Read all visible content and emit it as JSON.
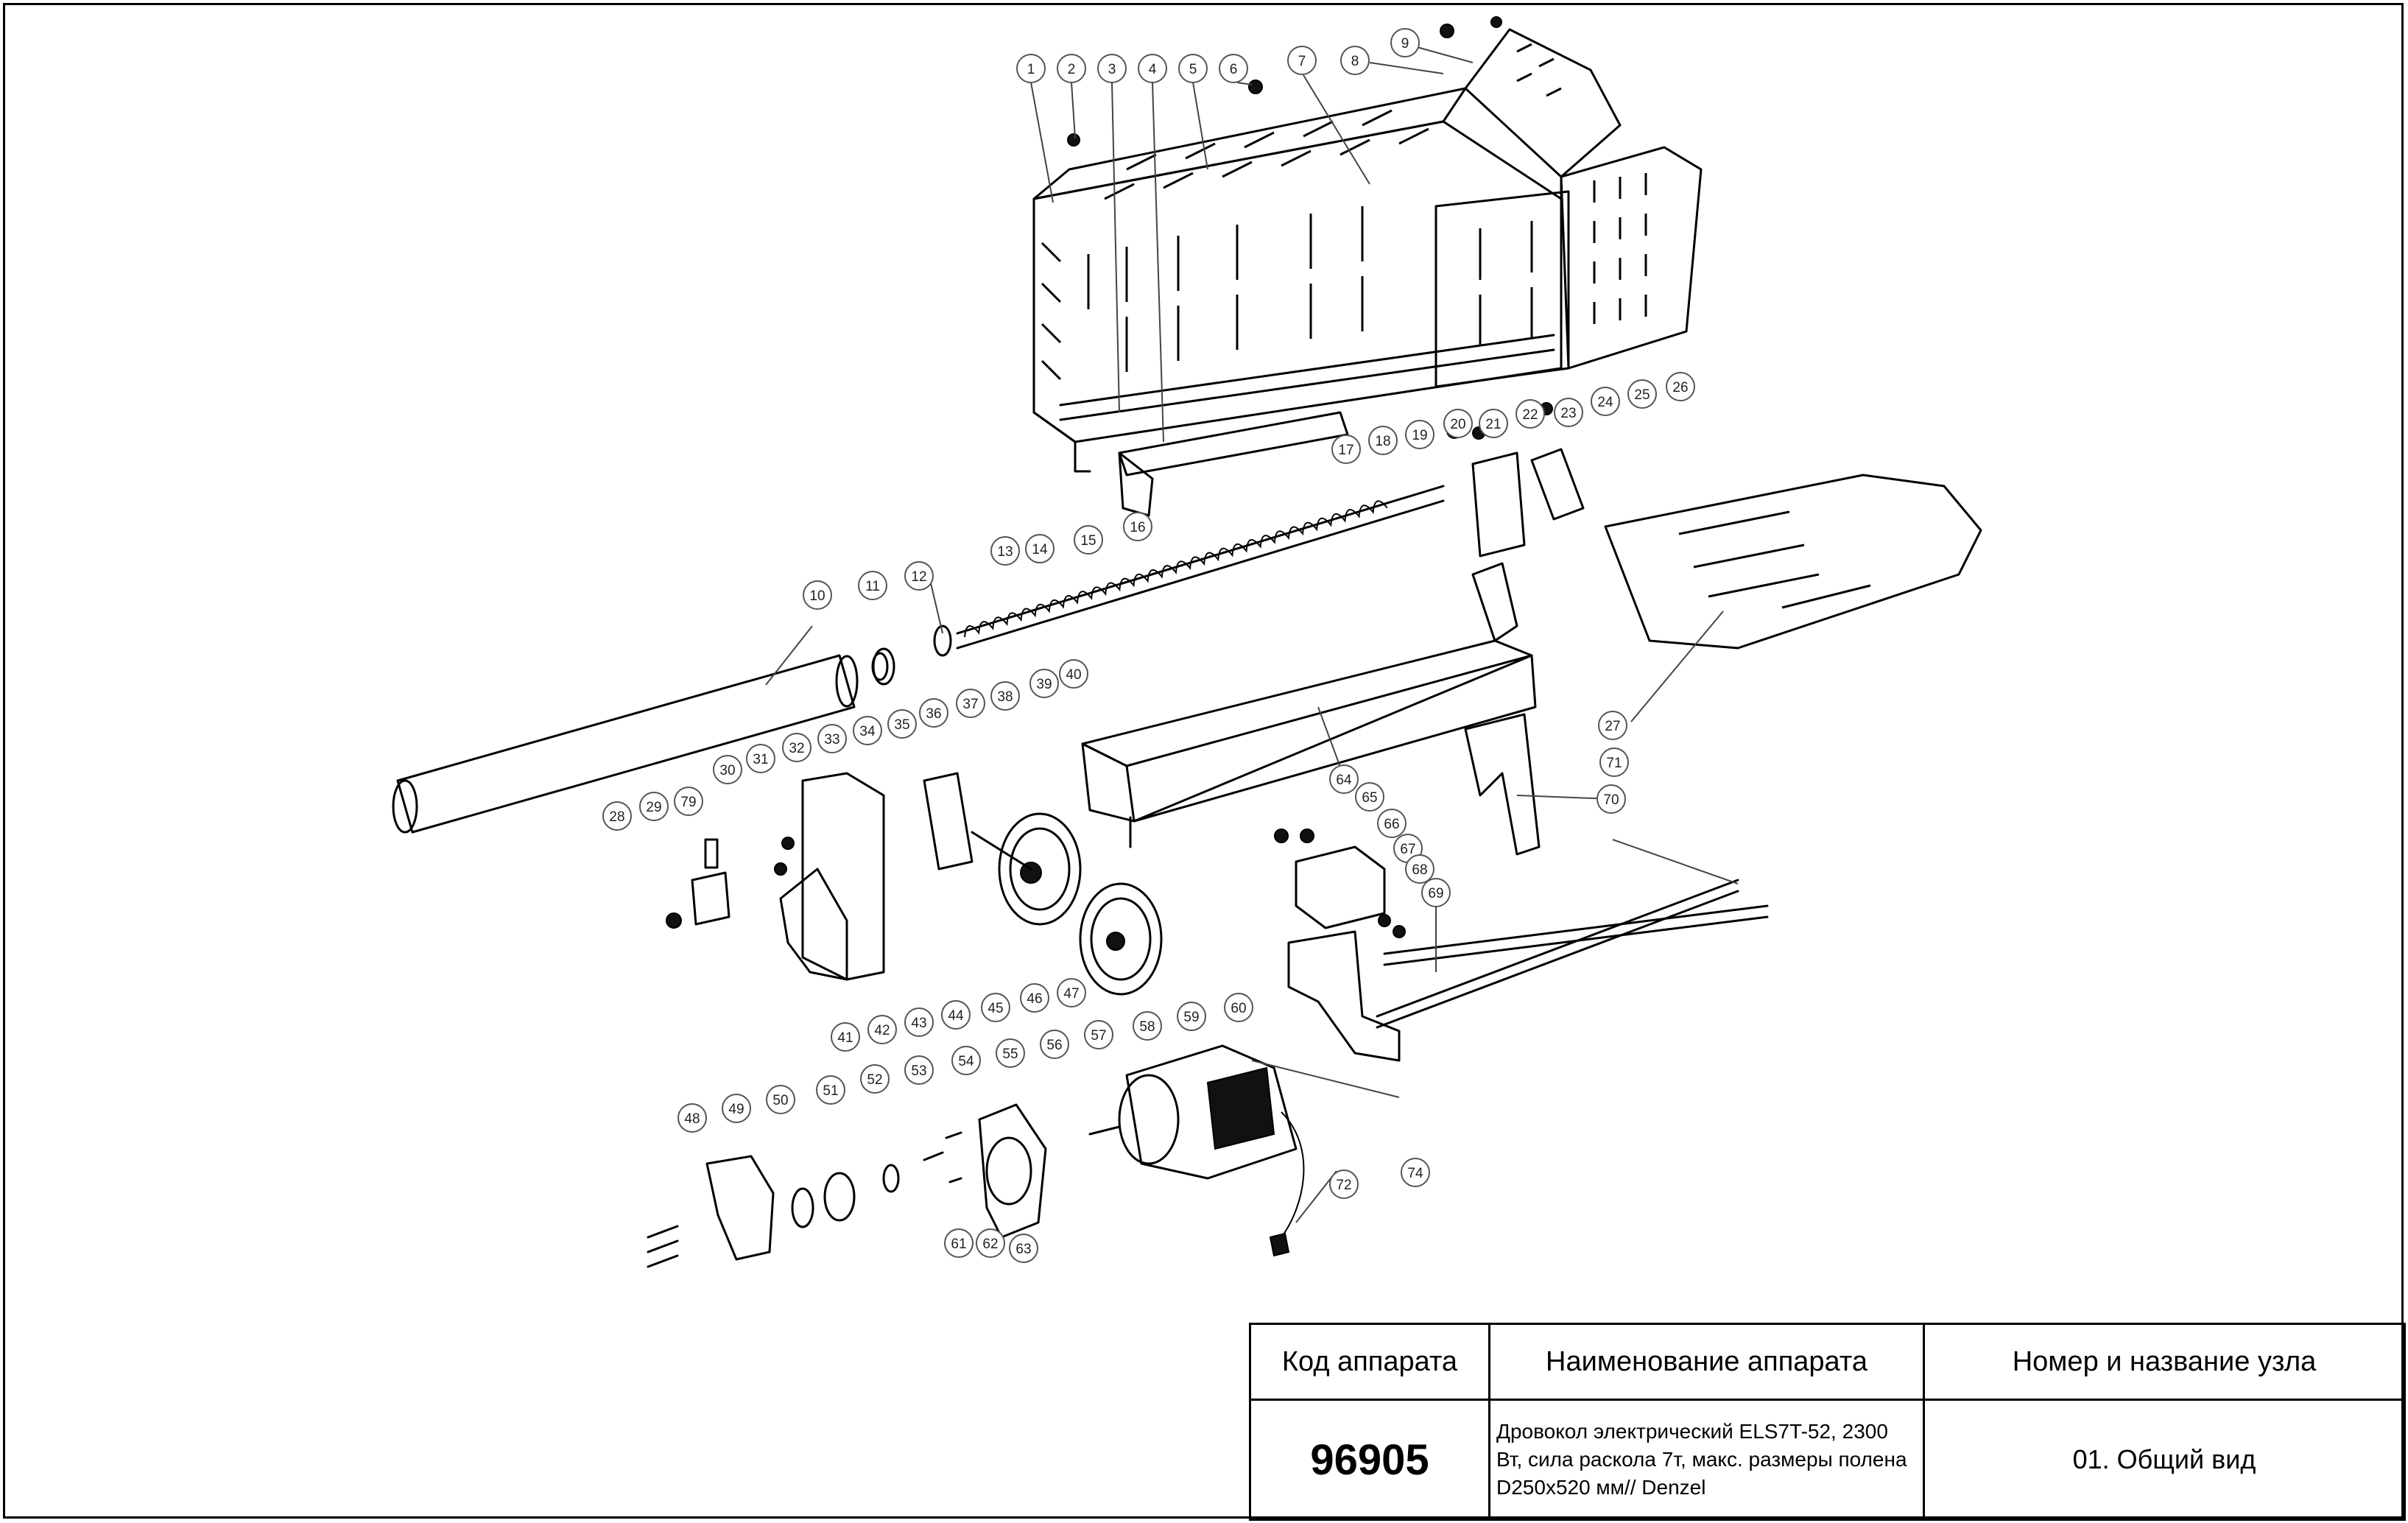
{
  "title_block": {
    "headers": {
      "code": "Код аппарата",
      "name": "Наименование аппарата",
      "node": "Номер и название узла"
    },
    "code": "96905",
    "name": "Дровокол электрический ELS7T-52, 2300 Вт, сила раскола 7т, макс. размеры полена D250x520 мм// Denzel",
    "node": "01. Общий вид"
  },
  "callouts": [
    "1",
    "2",
    "3",
    "4",
    "5",
    "6",
    "7",
    "8",
    "9",
    "10",
    "11",
    "12",
    "13",
    "14",
    "15",
    "16",
    "17",
    "18",
    "19",
    "20",
    "21",
    "22",
    "23",
    "24",
    "25",
    "26",
    "27",
    "28",
    "29",
    "30",
    "31",
    "32",
    "33",
    "34",
    "35",
    "36",
    "37",
    "38",
    "39",
    "40",
    "41",
    "42",
    "43",
    "44",
    "45",
    "46",
    "47",
    "48",
    "49",
    "50",
    "51",
    "52",
    "53",
    "54",
    "55",
    "56",
    "57",
    "58",
    "59",
    "60",
    "61",
    "62",
    "63",
    "64",
    "65",
    "66",
    "67",
    "68",
    "69",
    "70",
    "71",
    "72",
    "74",
    "79"
  ]
}
